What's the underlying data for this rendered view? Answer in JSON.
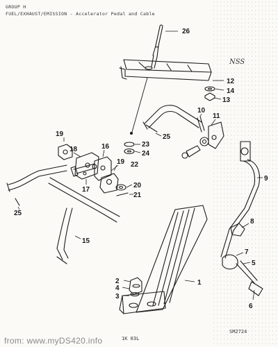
{
  "header": {
    "group": "GROUP H",
    "subtitle": "FUEL/EXHAUST/EMISSION - Accelerator Pedal and Cable"
  },
  "annotation": {
    "handwritten": "NSS"
  },
  "callouts": [
    "26",
    "12",
    "14",
    "13",
    "10",
    "11",
    "25",
    "19",
    "18",
    "16",
    "23",
    "24",
    "22",
    "9",
    "17",
    "19",
    "20",
    "21",
    "25",
    "8",
    "15",
    "7",
    "5",
    "1",
    "2",
    "4",
    "3",
    "6"
  ],
  "footer": {
    "center_code": "1K 03L",
    "right_code": "SM2724"
  },
  "watermark": "from: www.myDS420.info",
  "colors": {
    "ink": "#1a1a1a",
    "paper": "#fbfaf7"
  }
}
